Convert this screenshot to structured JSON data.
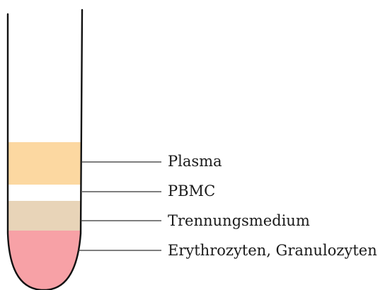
{
  "layers": [
    {
      "label": "Plasma",
      "color": "#FCD8A1"
    },
    {
      "label": "PBMC",
      "color": "#FFFFFF"
    },
    {
      "label": "Trennungsmedium",
      "color": "#E8D4B8"
    },
    {
      "label": "Erythrozyten, Granulozyten",
      "color": "#F7A1A6"
    }
  ],
  "tube": {
    "outline_color": "#111111"
  }
}
